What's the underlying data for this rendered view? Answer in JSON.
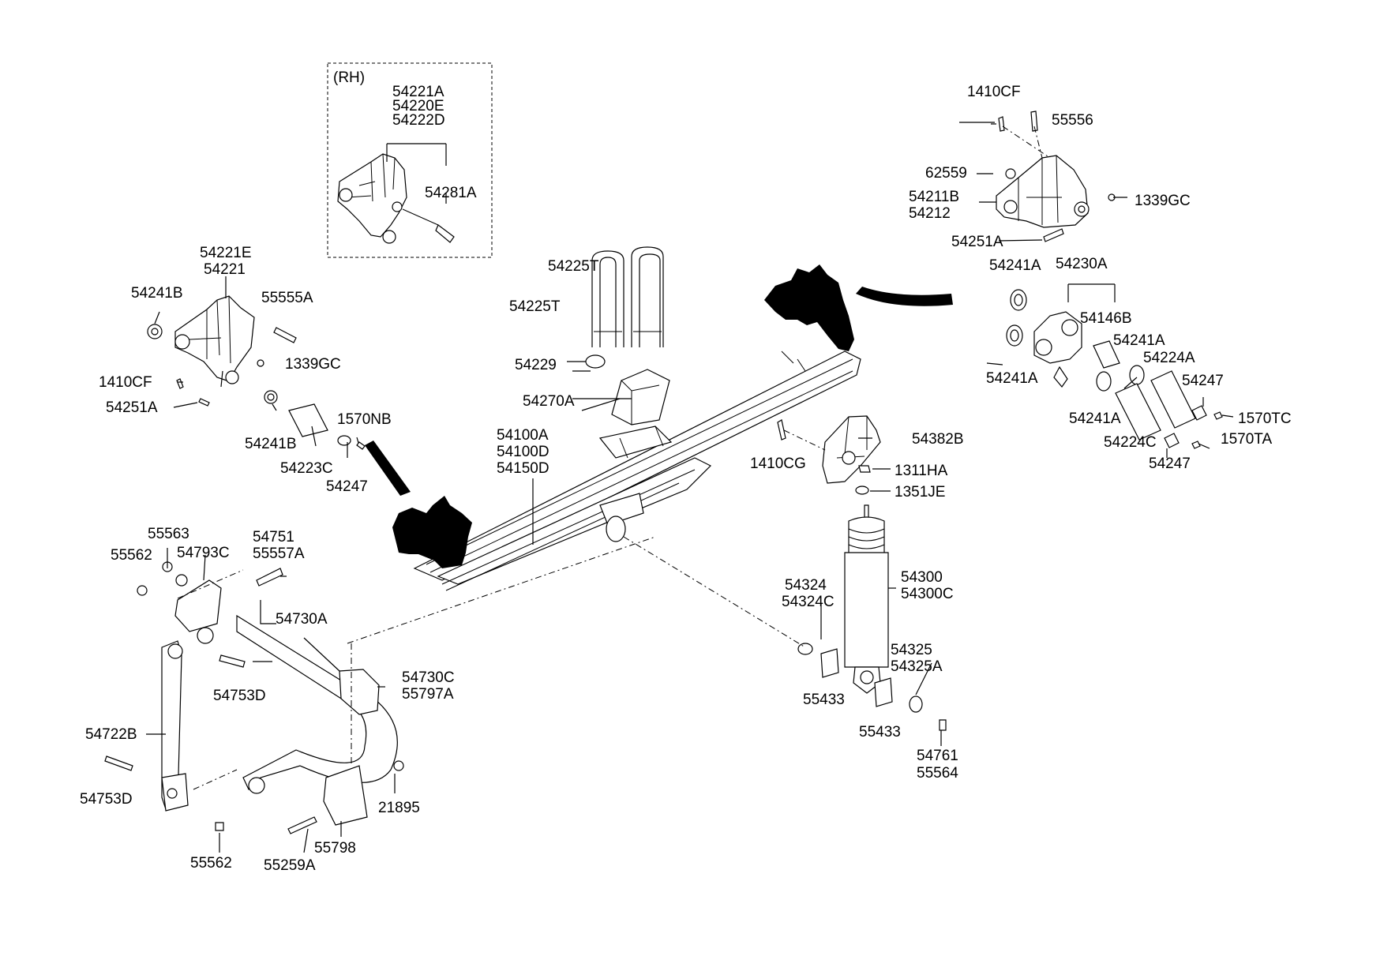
{
  "inset_title": "(RH)",
  "labels": {
    "l54221A": "54221A",
    "l54220E": "54220E",
    "l54222D": "54222D",
    "l54281A": "54281A",
    "l54221E": "54221E",
    "l54221": "54221",
    "l54241B_a": "54241B",
    "l55555A": "55555A",
    "l1410CF_a": "1410CF",
    "l1339GC_a": "1339GC",
    "l54251A_a": "54251A",
    "l54241B_b": "54241B",
    "l1570NB": "1570NB",
    "l54223C": "54223C",
    "l54247_a": "54247",
    "l54225T_a": "54225T",
    "l54225T_b": "54225T",
    "l54229": "54229",
    "l54270A": "54270A",
    "l54100A": "54100A",
    "l54100D": "54100D",
    "l54150D": "54150D",
    "l1410CF_b": "1410CF",
    "l55556": "55556",
    "l62559": "62559",
    "l54211B": "54211B",
    "l54212": "54212",
    "l1339GC_b": "1339GC",
    "l54251A_b": "54251A",
    "l54241A_a": "54241A",
    "l54230A": "54230A",
    "l54146B": "54146B",
    "l54241A_b": "54241A",
    "l54241A_c": "54241A",
    "l54224A": "54224A",
    "l54247_b": "54247",
    "l54241A_d": "54241A",
    "l1570TC": "1570TC",
    "l54224C": "54224C",
    "l1570TA": "1570TA",
    "l54247_c": "54247",
    "l54382B": "54382B",
    "l1410CG": "1410CG",
    "l1311HA": "1311HA",
    "l1351JE": "1351JE",
    "l55563": "55563",
    "l55562_a": "55562",
    "l54793C": "54793C",
    "l54751": "54751",
    "l55557A": "55557A",
    "l54730A": "54730A",
    "l54753D_a": "54753D",
    "l54730C": "54730C",
    "l55797A": "55797A",
    "l54722B": "54722B",
    "l54753D_b": "54753D",
    "l55562_b": "55562",
    "l55259A": "55259A",
    "l55798": "55798",
    "l21895": "21895",
    "l54324": "54324",
    "l54324C": "54324C",
    "l54300": "54300",
    "l54300C": "54300C",
    "l55433_a": "55433",
    "l54325": "54325",
    "l54325A": "54325A",
    "l55433_b": "55433",
    "l54761": "54761",
    "l55564": "55564"
  }
}
